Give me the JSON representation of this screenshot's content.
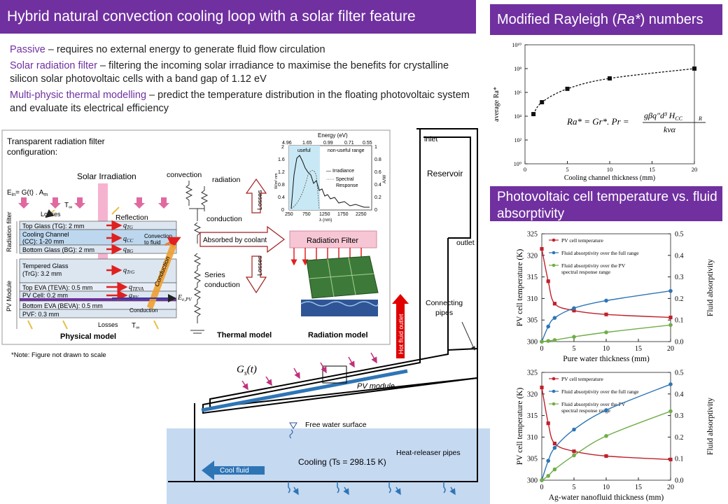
{
  "header": {
    "title": "Hybrid natural convection cooling loop with a solar filter feature"
  },
  "bullets": [
    {
      "term": "Passive",
      "desc": " – requires no external energy to generate fluid flow circulation"
    },
    {
      "term": "Solar radiation filter",
      "desc": " – filtering the incoming solar irradiance to maximise the benefits for crystalline silicon solar photovoltaic cells with a band gap of 1.12 eV"
    },
    {
      "term": "Multi-physic thermal modelling",
      "desc": " –  predict the temperature distribution in the floating photovoltaic system and evaluate its electrical efficiency"
    }
  ],
  "physical": {
    "title": "Transparent radiation filter configuration:",
    "solar": "Solar Irradiation",
    "ein": "E",
    "ein_sub": "in",
    "ein_rest": "= G(t) . A",
    "ein_sub2": "m",
    "losses_top": "Losses",
    "t_inf": "T",
    "t_inf_sub": "∞",
    "reflection": "Reflection",
    "conv_fluid": "Convection to fluid",
    "conduction": "Conduction",
    "conduction2": "Conduction",
    "losses_bottom": "Losses",
    "group_rf": "Radiation filter",
    "group_pv": "PV Module",
    "layers": [
      "Top Glass (TG): 2 mm",
      "Cooling Channel (CC): 1-20 mm",
      "Bottom Glass (BG): 2 mm",
      "Tempered Glass (TrG): 3.2 mm",
      "Top EVA (TEVA): 0.5 mm",
      "PV Cell: 0.2 mm",
      "Bottom EVA (BEVA): 0.5 mm",
      "PVF: 0.3 mm"
    ],
    "q_labels": [
      "q",
      "q",
      "q",
      "q",
      "q",
      "q"
    ],
    "q_subs": [
      "TG",
      "CC",
      "BG",
      "TrG",
      "TEVA",
      "PV"
    ],
    "e_pv": "E",
    "e_pv_sub": "e,PV",
    "caption": "Physical model"
  },
  "thermal": {
    "convection": "convection",
    "radiation": "radiation",
    "conduction": "conduction",
    "absorbed": "Absorbed by coolant",
    "series": "Series conduction",
    "losses1": "Losses",
    "losses2": "Losses",
    "caption": "Thermal model"
  },
  "radiation": {
    "energy": "Energy (eV)",
    "energy_ticks": [
      "4.96",
      "1.65",
      "0.99",
      "0.71",
      "0.55"
    ],
    "useful": "useful",
    "nonuseful": "non-useful range",
    "legend1": "Irradiance",
    "legend2": "Spectral Response",
    "x_ticks": [
      "250",
      "750",
      "1250",
      "1750",
      "2250"
    ],
    "x_unit": "λ (nm)",
    "y_left": [
      "2",
      "1.6",
      "1.2",
      "0.8",
      "0.4",
      "0"
    ],
    "y_right": [
      "1",
      "0.8",
      "0.6",
      "0.4",
      "0.2",
      "0"
    ],
    "y_left_unit": "W/m²·nm",
    "y_right_unit": "A/W",
    "filter": "Radiation Filter",
    "caption": "Radiation model"
  },
  "note": "*Note: Figure not drawn to scale",
  "loop": {
    "inlet": "inlet",
    "reservoir": "Reservoir",
    "outlet": "outlet",
    "connecting": "Connecting pipes",
    "hot": "Hot fluid outlet",
    "gs": "G",
    "gs_sub": "s",
    "gs_t": "(t)",
    "pv_module": "PV module",
    "free_water": "Free water surface",
    "heat_pipes": "Heat-releaser pipes",
    "cooling": "Cooling (Ts = 298.15 K)",
    "cool_fluid": "Cool fluid"
  },
  "ra": {
    "title_pre": "Modified Rayleigh (",
    "title_it": "Ra*",
    "title_post": ") numbers",
    "formula_lhs": "Ra* = Gr*. Pr =",
    "formula_num": "gβq″d³ H",
    "formula_num_sub": "CC",
    "formula_num_sub2": "R",
    "formula_den": "kvα"
  },
  "pv_title": "Photovoltaic cell temperature vs. fluid absorptivity",
  "colors": {
    "banner": "#7030a0",
    "red_series": "#c0202a",
    "blue_series": "#2e75b6",
    "green_series": "#70ad47",
    "water": "#c5d9f1",
    "pipe_blue": "#2e75b6",
    "pink": "#f28fb8"
  },
  "chart_data": [
    {
      "type": "line",
      "title": "",
      "xlabel": "Cooling channel thickness (mm)",
      "ylabel": "average Ra*",
      "yscale": "log",
      "xlim": [
        0,
        20
      ],
      "ylim": [
        1,
        10000000000
      ],
      "x_ticks": [
        0,
        5,
        10,
        15,
        20
      ],
      "y_tick_labels": [
        "10⁰",
        "10²",
        "10⁴",
        "10⁶",
        "10⁸",
        "10¹⁰"
      ],
      "y_ticks": [
        1,
        100,
        10000,
        1000000,
        100000000,
        10000000000
      ],
      "series": [
        {
          "x": [
            1,
            2,
            5,
            10,
            20
          ],
          "y": [
            15000,
            150000,
            2000000,
            15000000,
            100000000
          ]
        }
      ]
    },
    {
      "type": "line",
      "title": "",
      "xlabel": "Pure water thickness (mm)",
      "ylabel": "PV cell temperature (K)",
      "y2label": "Fluid absorptivity",
      "xlim": [
        0,
        20
      ],
      "ylim": [
        300,
        325
      ],
      "y2lim": [
        0,
        0.5
      ],
      "x_ticks": [
        0,
        5,
        10,
        15,
        20
      ],
      "y_ticks": [
        300,
        305,
        310,
        315,
        320,
        325
      ],
      "y2_ticks": [
        0,
        0.1,
        0.2,
        0.3,
        0.4,
        0.5
      ],
      "legend": "top-right",
      "series": [
        {
          "name": "PV cell temperature",
          "axis": "left",
          "color": "#c0202a",
          "x": [
            0,
            1,
            2,
            5,
            10,
            20
          ],
          "y": [
            321.5,
            314,
            308.8,
            307.2,
            306.3,
            305.6
          ]
        },
        {
          "name": "Fluid absorptivity over the full range",
          "axis": "right",
          "color": "#2e75b6",
          "x": [
            0,
            1,
            2,
            5,
            10,
            20
          ],
          "y": [
            0,
            0.07,
            0.11,
            0.155,
            0.19,
            0.235
          ]
        },
        {
          "name": "Fluid absorptivity over the PV spectral response range",
          "axis": "right",
          "color": "#70ad47",
          "x": [
            0,
            1,
            2,
            5,
            10,
            20
          ],
          "y": [
            0,
            0.003,
            0.007,
            0.022,
            0.043,
            0.077
          ]
        }
      ]
    },
    {
      "type": "line",
      "title": "",
      "xlabel": "Ag-water nanofluid thickness (mm)",
      "ylabel": "PV cell temperature (K)",
      "y2label": "Fluid absorptivity",
      "xlim": [
        0,
        20
      ],
      "ylim": [
        300,
        325
      ],
      "y2lim": [
        0,
        0.5
      ],
      "x_ticks": [
        0,
        5,
        10,
        15,
        20
      ],
      "y_ticks": [
        300,
        305,
        310,
        315,
        320,
        325
      ],
      "y2_ticks": [
        0,
        0.1,
        0.2,
        0.3,
        0.4,
        0.5
      ],
      "legend": "top-right",
      "series": [
        {
          "name": "PV cell temperature",
          "axis": "left",
          "color": "#c0202a",
          "x": [
            0,
            1,
            2,
            5,
            10,
            20
          ],
          "y": [
            321.5,
            313.2,
            308.5,
            306.7,
            305.6,
            304.8
          ]
        },
        {
          "name": "Fluid absorptivity over the full range",
          "axis": "right",
          "color": "#2e75b6",
          "x": [
            0,
            1,
            2,
            5,
            10,
            20
          ],
          "y": [
            0,
            0.09,
            0.15,
            0.235,
            0.325,
            0.445
          ]
        },
        {
          "name": "Fluid absorptivity over the PV spectral response range",
          "axis": "right",
          "color": "#70ad47",
          "x": [
            0,
            1,
            2,
            5,
            10,
            20
          ],
          "y": [
            0,
            0.02,
            0.05,
            0.115,
            0.205,
            0.32
          ]
        }
      ]
    }
  ]
}
